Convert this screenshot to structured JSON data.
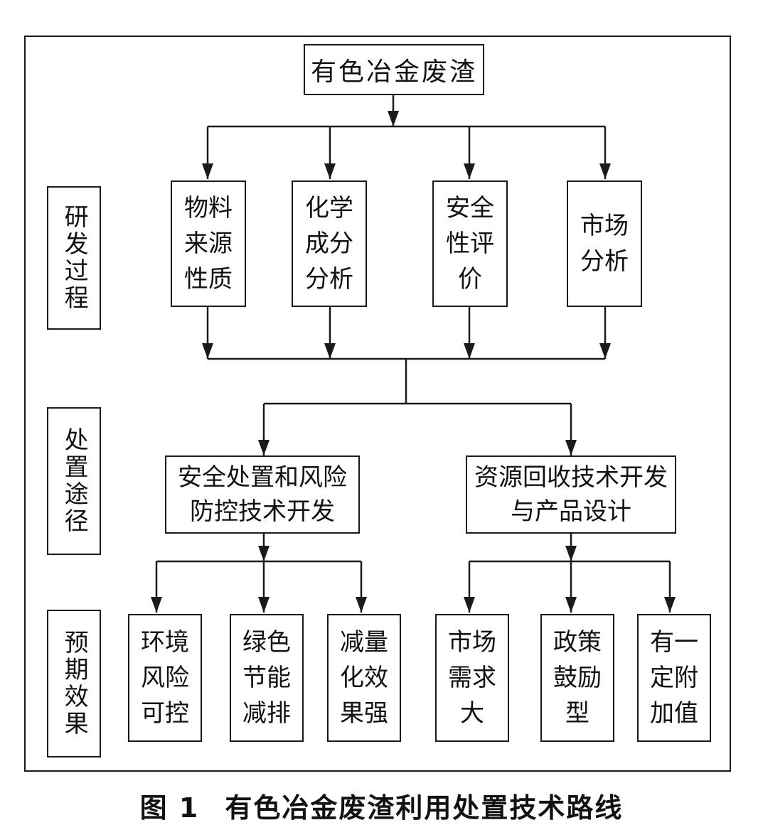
{
  "diagram": {
    "top_box": "有色冶金废渣",
    "stages": {
      "research": "研发过程",
      "disposal": "处置途径",
      "effects": "预期效果"
    },
    "research_boxes": [
      {
        "lines": [
          "物料",
          "来源",
          "性质"
        ]
      },
      {
        "lines": [
          "化学",
          "成分",
          "分析"
        ]
      },
      {
        "lines": [
          "安全",
          "性评",
          "价"
        ]
      },
      {
        "lines": [
          "市场",
          "分析"
        ]
      }
    ],
    "disposal_boxes": [
      {
        "lines": [
          "安全处置和风险",
          "防控技术开发"
        ]
      },
      {
        "lines": [
          "资源回收技术开发",
          "与产品设计"
        ]
      }
    ],
    "effect_boxes": [
      {
        "lines": [
          "环境",
          "风险",
          "可控"
        ]
      },
      {
        "lines": [
          "绿色",
          "节能",
          "减排"
        ]
      },
      {
        "lines": [
          "减量",
          "化效",
          "果强"
        ]
      },
      {
        "lines": [
          "市场",
          "需求",
          "大"
        ]
      },
      {
        "lines": [
          "政策",
          "鼓励",
          "型"
        ]
      },
      {
        "lines": [
          "有一",
          "定附",
          "加值"
        ]
      }
    ]
  },
  "caption": {
    "number": "图 1",
    "title": "有色冶金废渣利用处置技术路线"
  },
  "colors": {
    "line": "#1a1a1a",
    "background": "#ffffff"
  }
}
